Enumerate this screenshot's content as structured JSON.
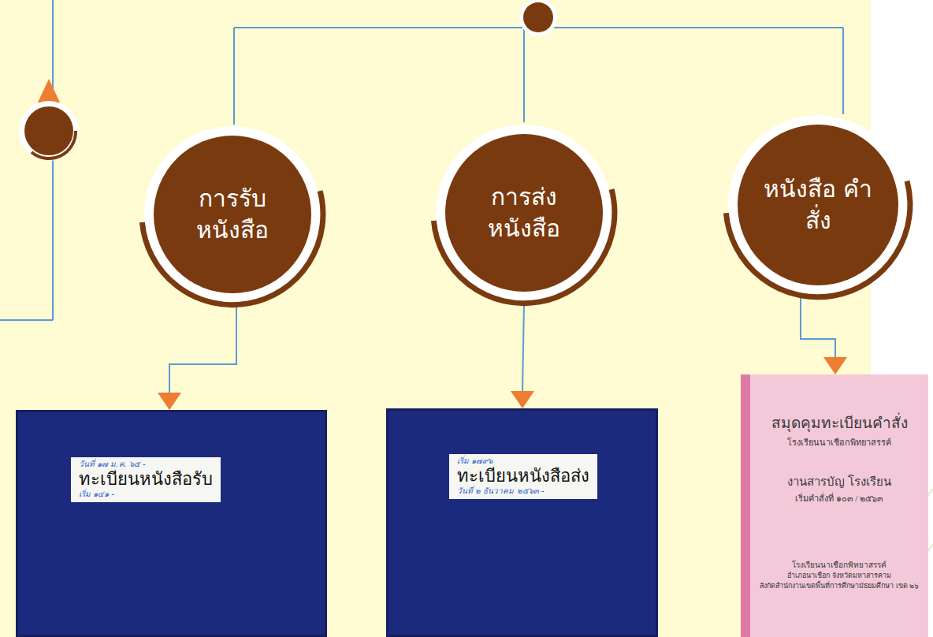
{
  "diagram": {
    "nodes": [
      {
        "text": [
          "การรับ หนังสือ"
        ]
      },
      {
        "text": [
          "การส่ง หนังสือ"
        ]
      },
      {
        "text": [
          "หนังสือ คำสั่ง"
        ]
      },
      {
        "text": [
          "วันที่ ๑๗ ม.ค. ๖๕ -",
          "ทะเบียนหนังสือรับ",
          "เริ่ม ๑๔๑ -"
        ]
      },
      {
        "text": [
          "เริ่ม ๑๗๙๖",
          "ทะเบียนหนังสือส่ง",
          "วันที่ ๒ ธันวาคม ๒๕๖๓ -"
        ]
      },
      {
        "text": [
          "สมุดคุมทะเบียนคำสั่ง",
          "โรงเรียนนาเชือกพิทยาสรรค์",
          "งานสารบัญ โรงเรียน",
          "เริ่มคำสั่งที่ ๑๐๓ / ๒๕๖๓",
          "โรงเรียนนาเชือกพิทยาสรรค์",
          "อำเภอนาเชือก จังหวัดมหาสารคาม",
          "สังกัดสำนักงานเขตพื้นที่การศึกษามัธยมศึกษา เขต ๒๖"
        ]
      }
    ],
    "edges": [
      {
        "from": 0,
        "to": 3,
        "arrow": "to"
      },
      {
        "from": 1,
        "to": 4,
        "arrow": "to"
      },
      {
        "from": 2,
        "to": 5,
        "arrow": "to"
      }
    ]
  }
}
